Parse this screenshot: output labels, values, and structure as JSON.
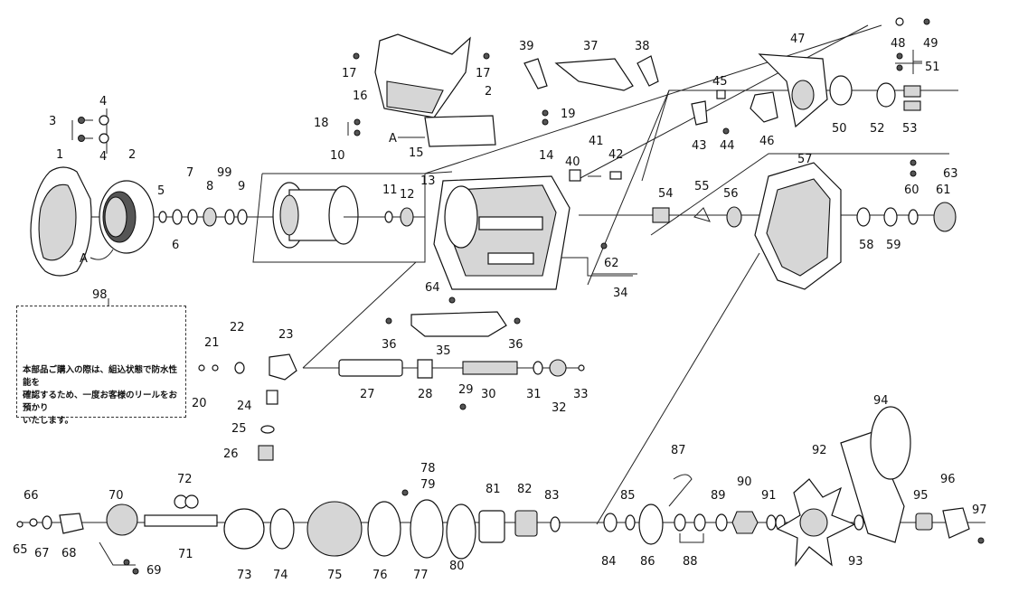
{
  "labels": {
    "p1": "1",
    "p2": "2",
    "p3": "3",
    "p4": "4",
    "p4b": "4",
    "p5": "5",
    "p6": "6",
    "p7": "7",
    "p8": "8",
    "p9": "9",
    "p10": "10",
    "p11": "11",
    "p12": "12",
    "p13": "13",
    "p14": "14",
    "p15": "15",
    "p16": "16",
    "p17": "17",
    "p17b": "17",
    "p18": "18",
    "p19": "19",
    "p20": "20",
    "p21": "21",
    "p22": "22",
    "p23": "23",
    "p24": "24",
    "p25": "25",
    "p26": "26",
    "p27": "27",
    "p28": "28",
    "p29": "29",
    "p30": "30",
    "p31": "31",
    "p32": "32",
    "p33": "33",
    "p34": "34",
    "p35": "35",
    "p36": "36",
    "p36b": "36",
    "p37": "37",
    "p38": "38",
    "p39": "39",
    "p40": "40",
    "p41": "41",
    "p42": "42",
    "p43": "43",
    "p44": "44",
    "p45": "45",
    "p46": "46",
    "p47": "47",
    "p48": "48",
    "p49": "49",
    "p50": "50",
    "p51": "51",
    "p52": "52",
    "p53": "53",
    "p54": "54",
    "p55": "55",
    "p56": "56",
    "p57": "57",
    "p58": "58",
    "p59": "59",
    "p60": "60",
    "p61": "61",
    "p62": "62",
    "p63": "63",
    "p64": "64",
    "p65": "65",
    "p66": "66",
    "p67": "67",
    "p68": "68",
    "p69": "69",
    "p70": "70",
    "p71": "71",
    "p72": "72",
    "p73": "73",
    "p74": "74",
    "p75": "75",
    "p76": "76",
    "p77": "77",
    "p78": "78",
    "p79": "79",
    "p80": "80",
    "p81": "81",
    "p82": "82",
    "p83": "83",
    "p84": "84",
    "p85": "85",
    "p86": "86",
    "p87": "87",
    "p88": "88",
    "p89": "89",
    "p90": "90",
    "p91": "91",
    "p92": "92",
    "p93": "93",
    "p94": "94",
    "p95": "95",
    "p96": "96",
    "p97": "97",
    "p98": "98",
    "p99": "99",
    "p2b": "2",
    "mA": "A",
    "mA2": "A"
  },
  "note": {
    "line1": "本部品ご購入の際は、組込状態で防水性能を",
    "line2": "確認するため、一度お客様のリールをお預かり",
    "line3": "いたします。"
  }
}
